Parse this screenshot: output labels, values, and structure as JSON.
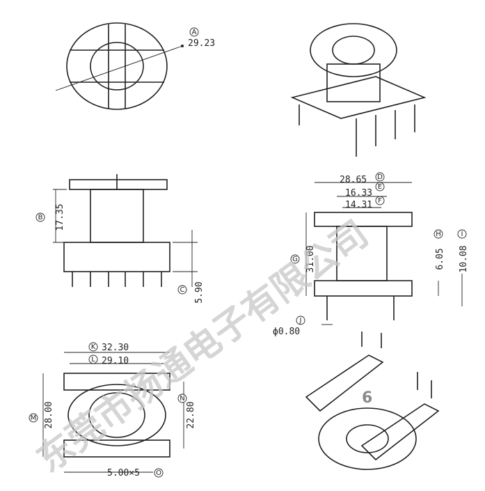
{
  "dimensions": {
    "A": {
      "tag": "A",
      "value": "29.23"
    },
    "B": {
      "tag": "B",
      "value": "17.35"
    },
    "C": {
      "tag": "C",
      "value": "5.90"
    },
    "D": {
      "tag": "D",
      "value": "28.65"
    },
    "E": {
      "tag": "E",
      "value": "16.33"
    },
    "F": {
      "tag": "F",
      "value": "14.31"
    },
    "G": {
      "tag": "G",
      "value": "31.00"
    },
    "H": {
      "tag": "H",
      "value": "6.05"
    },
    "I": {
      "tag": "I",
      "value": "10.08"
    },
    "J": {
      "tag": "J",
      "value": "ф0.80"
    },
    "K": {
      "tag": "K",
      "value": "32.30"
    },
    "L": {
      "tag": "L",
      "value": "29.10"
    },
    "M": {
      "tag": "M",
      "value": "28.00"
    },
    "N": {
      "tag": "N",
      "value": "22.80"
    },
    "O": {
      "tag": "O",
      "value": "5.00×5"
    }
  },
  "watermark": "东莞市扬通电子有限公司",
  "part_number": "6"
}
